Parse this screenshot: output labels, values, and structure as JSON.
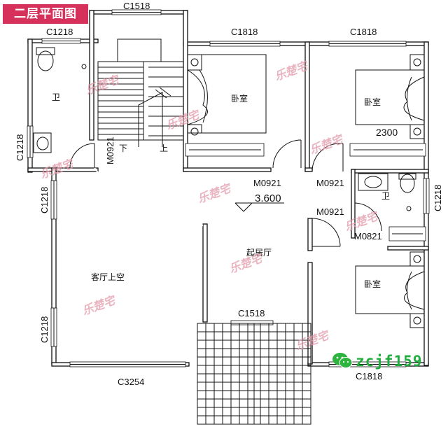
{
  "title": "二层平面图",
  "windows": {
    "c1518_top": "C1518",
    "c1218_wc": "C1218",
    "c1818_bed1": "C1818",
    "c1818_bed2": "C1818",
    "c1218_left1": "C1218",
    "c1218_left2": "C1218",
    "c1218_left3": "C1218",
    "c1218_right": "C1218",
    "c3254": "C3254",
    "c1818_bottom": "C1818",
    "c1518_balcony": "C1518"
  },
  "doors": {
    "m0921_stair": "M0921",
    "m0921_bed1": "M0921",
    "m0921_bed2": "M0921",
    "m0921_bath": "M0921",
    "m0821": "M0821"
  },
  "rooms": {
    "wc_left": "卫",
    "bedroom1": "卧室",
    "bedroom2": "卧室",
    "bedroom3": "卧室",
    "wc_right": "卫",
    "living_void": "客厅上空",
    "sitting_room": "起居厅"
  },
  "stairs": {
    "down": "下",
    "up": "上"
  },
  "dims": {
    "wardrobe_width": "2300",
    "elevation": "3.600"
  },
  "watermark": "乐楚宅",
  "contact": "zcjf159"
}
